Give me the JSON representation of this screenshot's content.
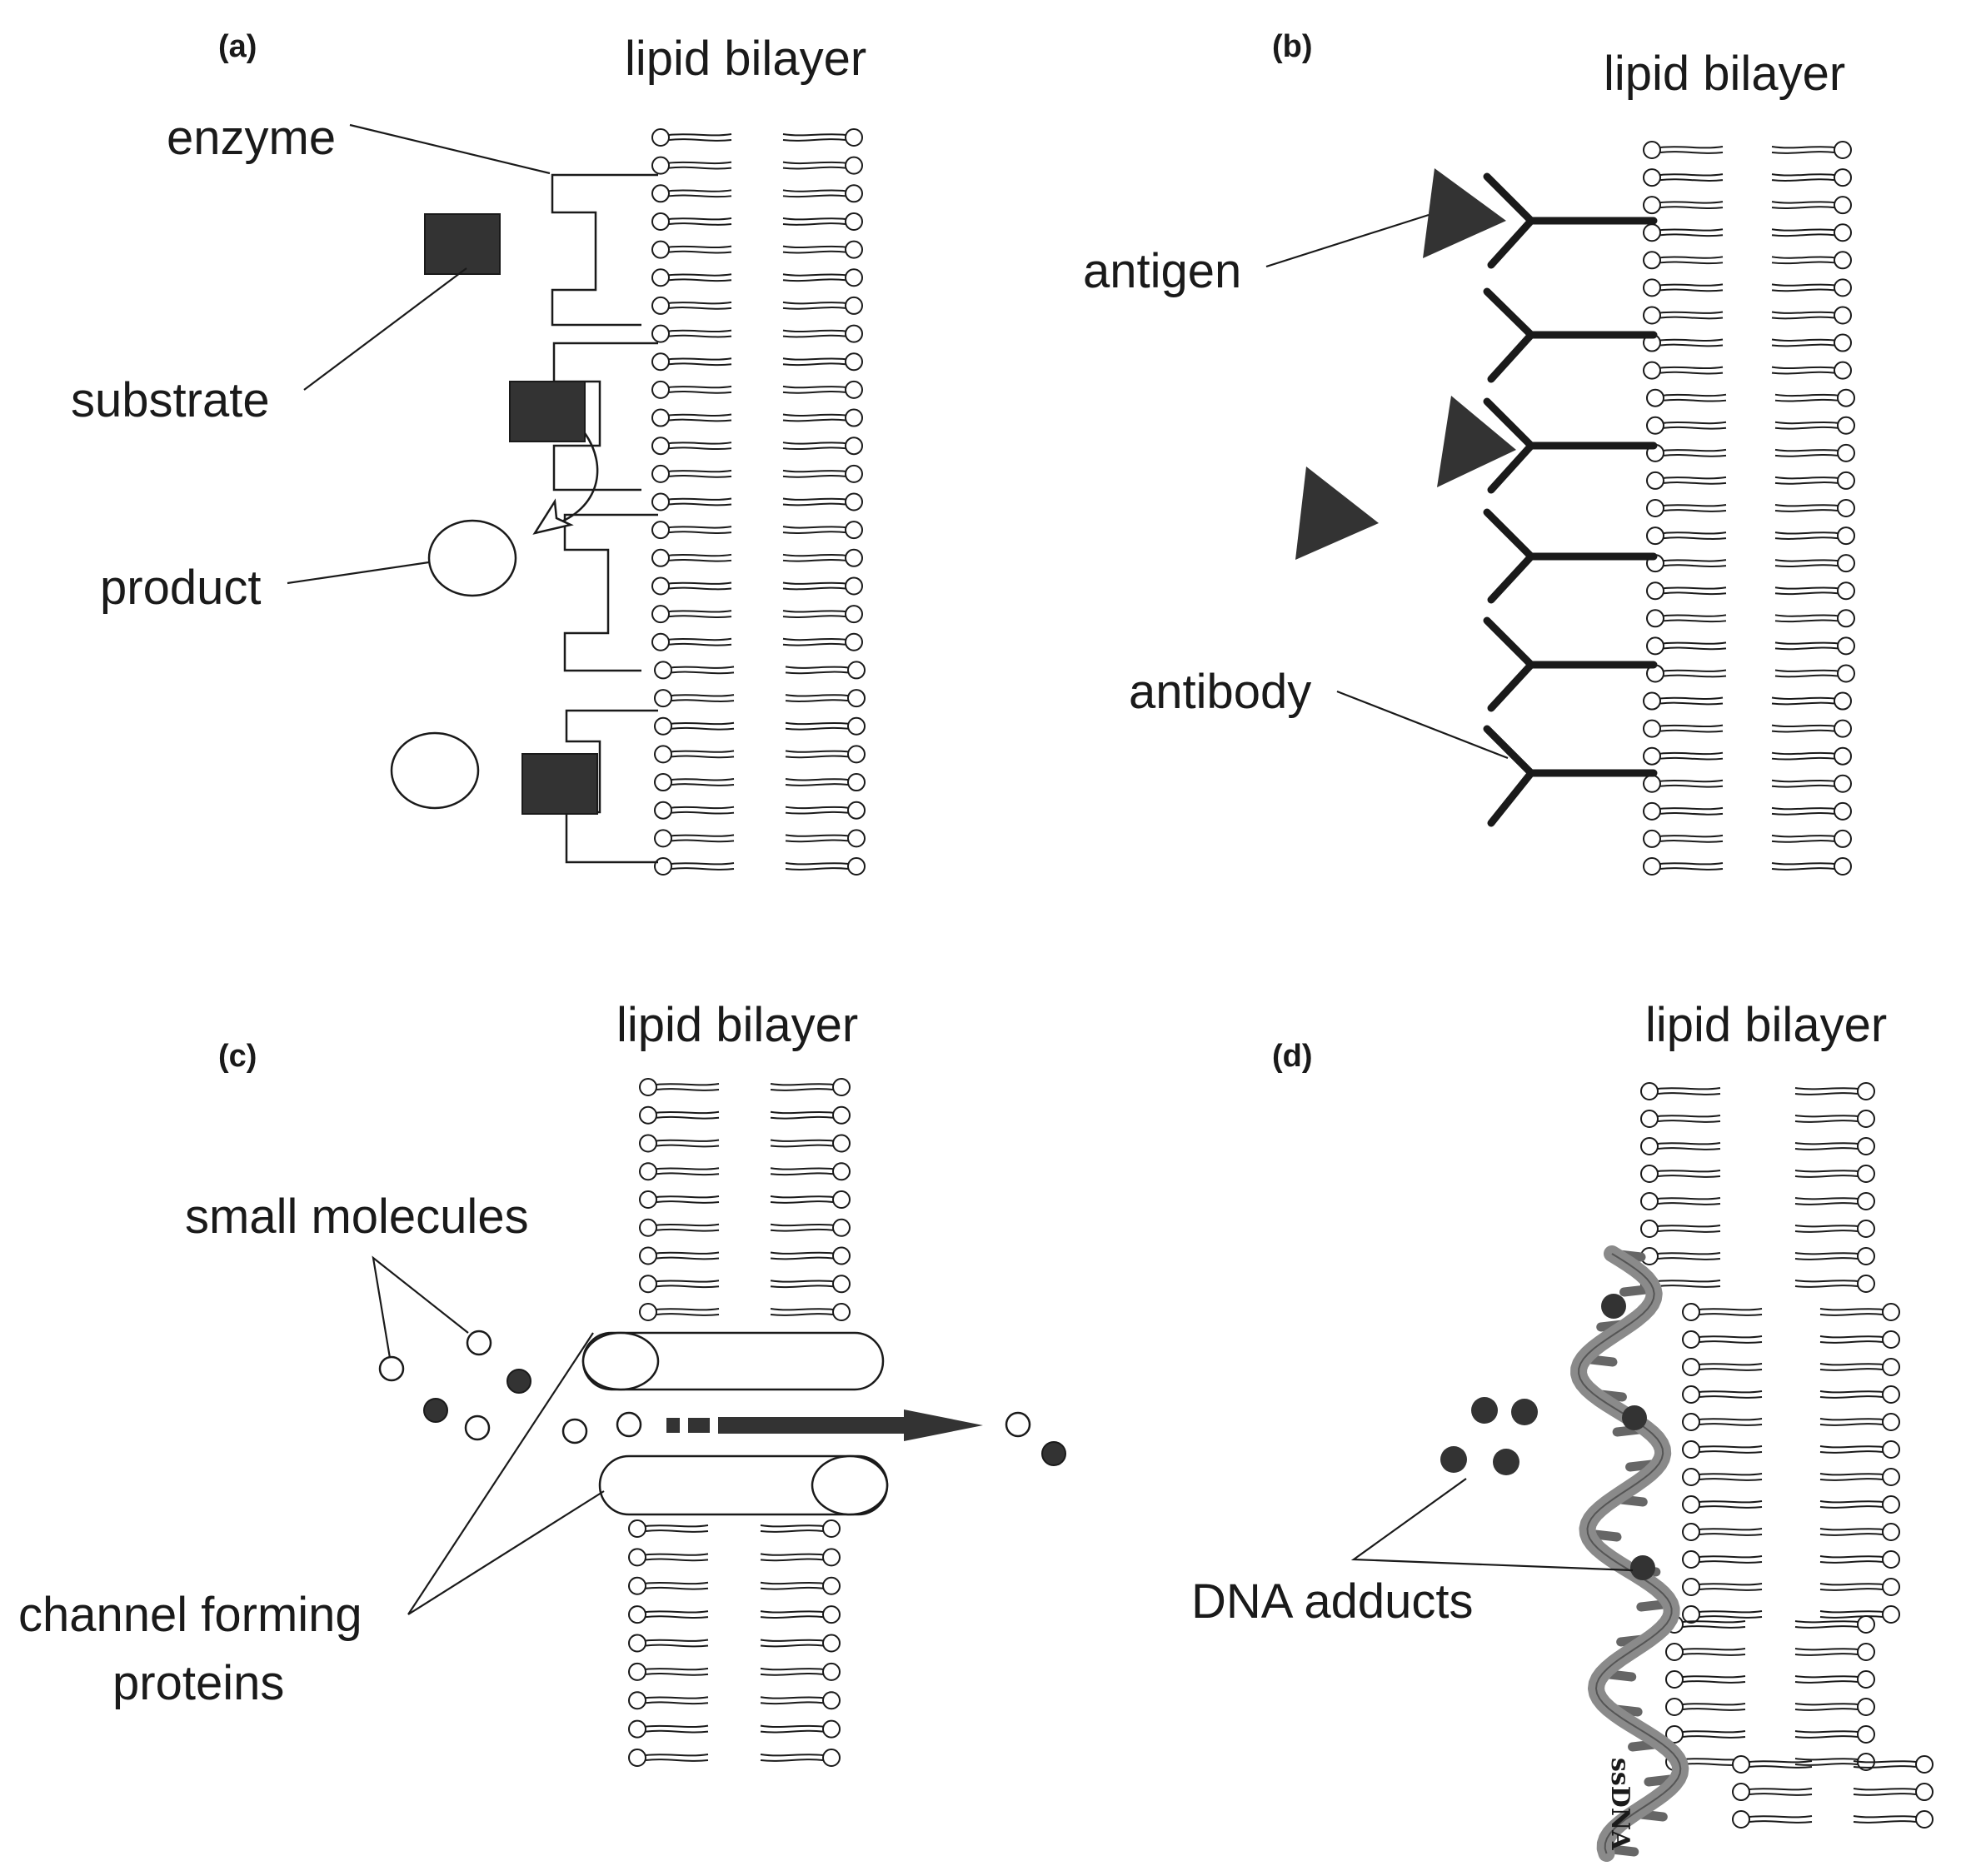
{
  "panels": {
    "a": {
      "label": "(a)",
      "title": "lipid bilayer",
      "labels": {
        "enzyme": "enzyme",
        "substrate": "substrate",
        "product": "product"
      }
    },
    "b": {
      "label": "(b)",
      "title": "lipid bilayer",
      "labels": {
        "antigen": "antigen",
        "antibody": "antibody"
      }
    },
    "c": {
      "label": "(c)",
      "title": "lipid bilayer",
      "labels": {
        "small_molecules": "small molecules",
        "channel_line1": "channel forming",
        "channel_line2": "proteins"
      }
    },
    "d": {
      "label": "(d)",
      "title": "lipid bilayer",
      "labels": {
        "dna_adducts": "DNA adducts",
        "ssdna": "ssDNA"
      }
    }
  },
  "colors": {
    "ink": "#1a1a1a",
    "dark_fill": "#333333",
    "dna_strand": "#8a8a8a",
    "dna_bar": "#666666"
  }
}
